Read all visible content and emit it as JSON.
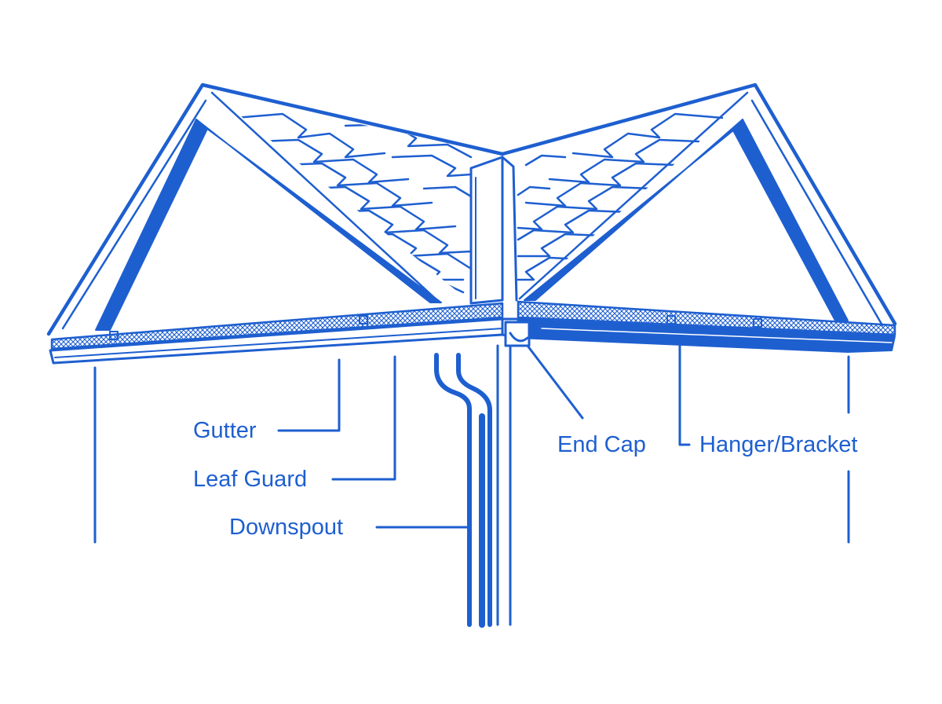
{
  "colors": {
    "line": "#1e5fd0",
    "background": "#ffffff"
  },
  "labels": {
    "gutter": "Gutter",
    "leaf_guard": "Leaf Guard",
    "downspout": "Downspout",
    "end_cap": "End Cap",
    "hanger_bracket": "Hanger/Bracket"
  }
}
